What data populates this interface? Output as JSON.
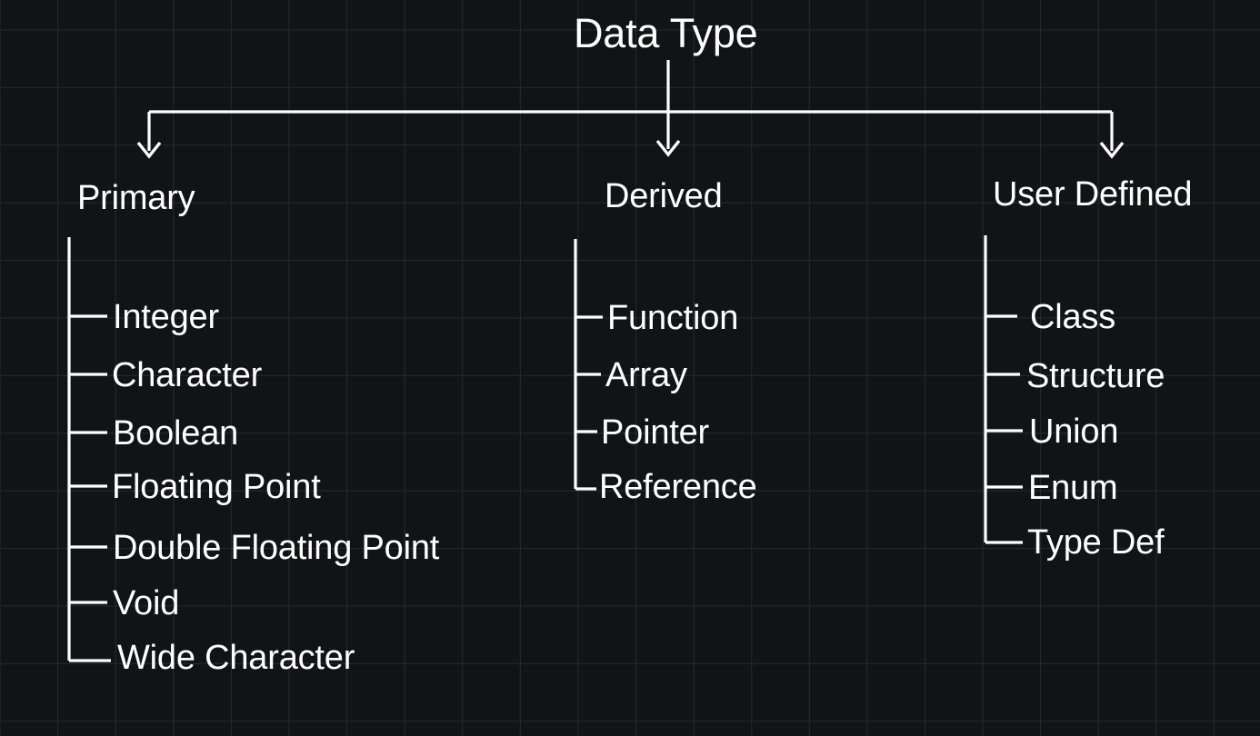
{
  "diagram": {
    "title": "Data Type",
    "type": "tree-hierarchy",
    "colors": {
      "background": "#111417",
      "grid": "#25292e",
      "stroke": "#ffffff",
      "text": "#ffffff"
    },
    "branches": [
      {
        "id": "primary",
        "label": "Primary",
        "items": [
          "Integer",
          "Character",
          "Boolean",
          "Floating Point",
          "Double Floating Point",
          "Void",
          "Wide Character"
        ]
      },
      {
        "id": "derived",
        "label": "Derived",
        "items": [
          "Function",
          "Array",
          "Pointer",
          "Reference"
        ]
      },
      {
        "id": "user-defined",
        "label": "User Defined",
        "items": [
          "Class",
          "Structure",
          "Union",
          "Enum",
          "Type Def"
        ]
      }
    ]
  }
}
